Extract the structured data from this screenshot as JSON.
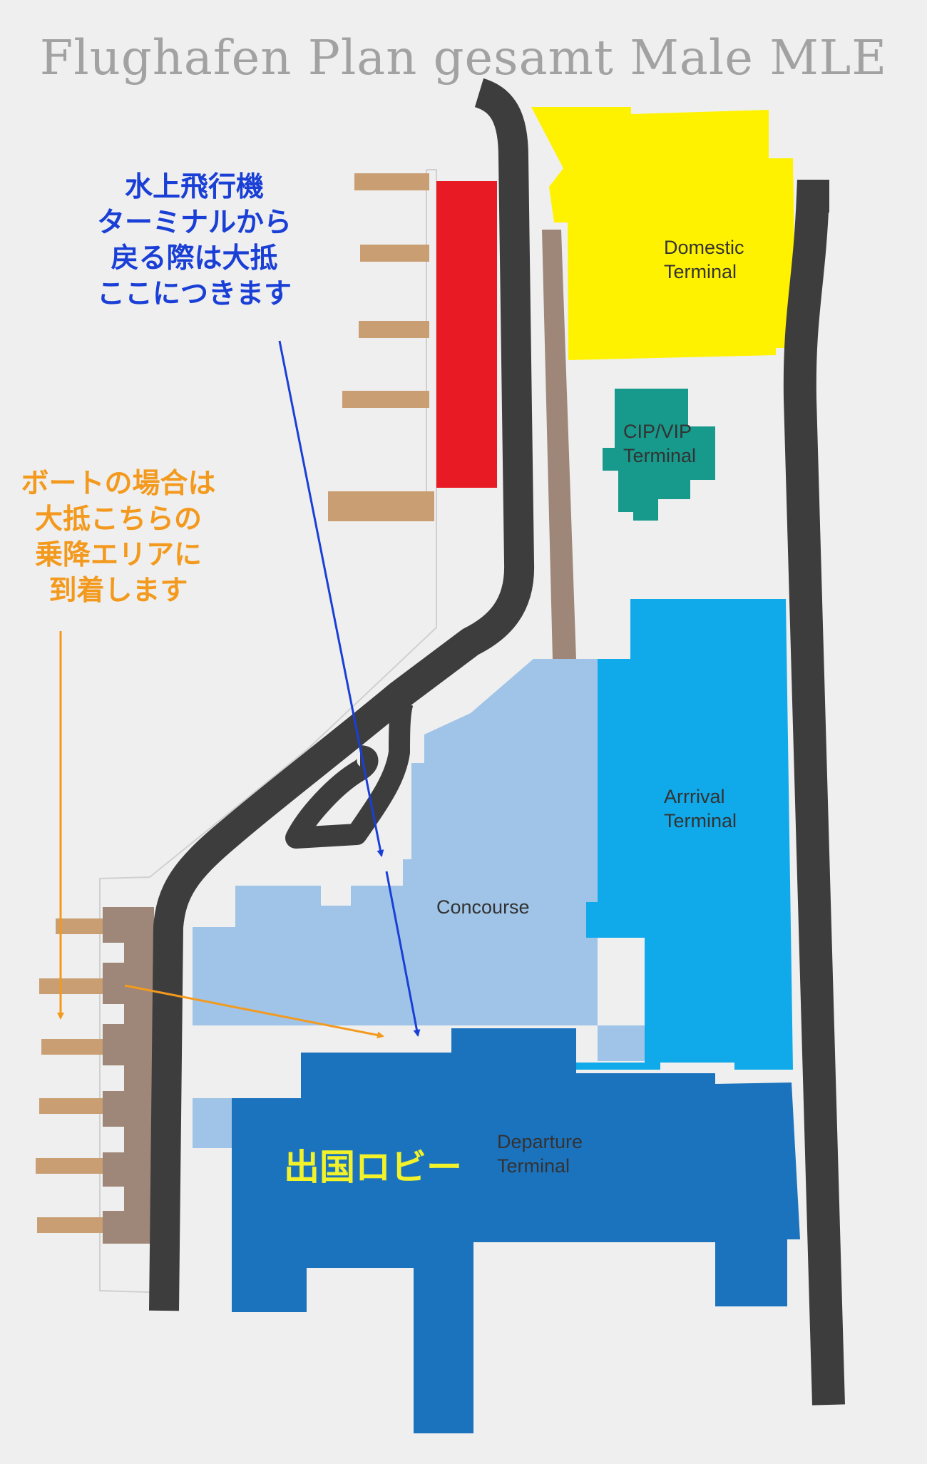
{
  "title": "Flughafen Plan gesamt Male MLE",
  "zones": {
    "domestic": [
      "Domestic",
      "Terminal"
    ],
    "cip_vip": [
      "CIP/VIP",
      "Terminal"
    ],
    "arrival": [
      "Arrrival",
      "Terminal"
    ],
    "concourse": [
      "Concourse"
    ],
    "departure": [
      "Departure",
      "Terminal"
    ]
  },
  "notes": {
    "seaplane": [
      "水上飛行機",
      "ターミナルから",
      "戻る際は大抵",
      "ここにつきます"
    ],
    "boat": [
      "ボートの場合は",
      "大抵こちらの",
      "乗降エリアに",
      "到着します"
    ],
    "departure_lobby": "出国ロビー"
  },
  "colors": {
    "background": "#efefef",
    "road": "#3d3d3d",
    "domestic": "#fff200",
    "cip_vip": "#17998c",
    "arrival": "#10a9ea",
    "concourse": "#9fc4e7",
    "departure": "#1c73bd",
    "red_block": "#e81b24",
    "jetty": "#c99e72",
    "walkway": "#9e8678",
    "seaplane_note": "#1a3fd6",
    "boat_note": "#f39a1e",
    "lobby_label": "#f2f22a"
  }
}
